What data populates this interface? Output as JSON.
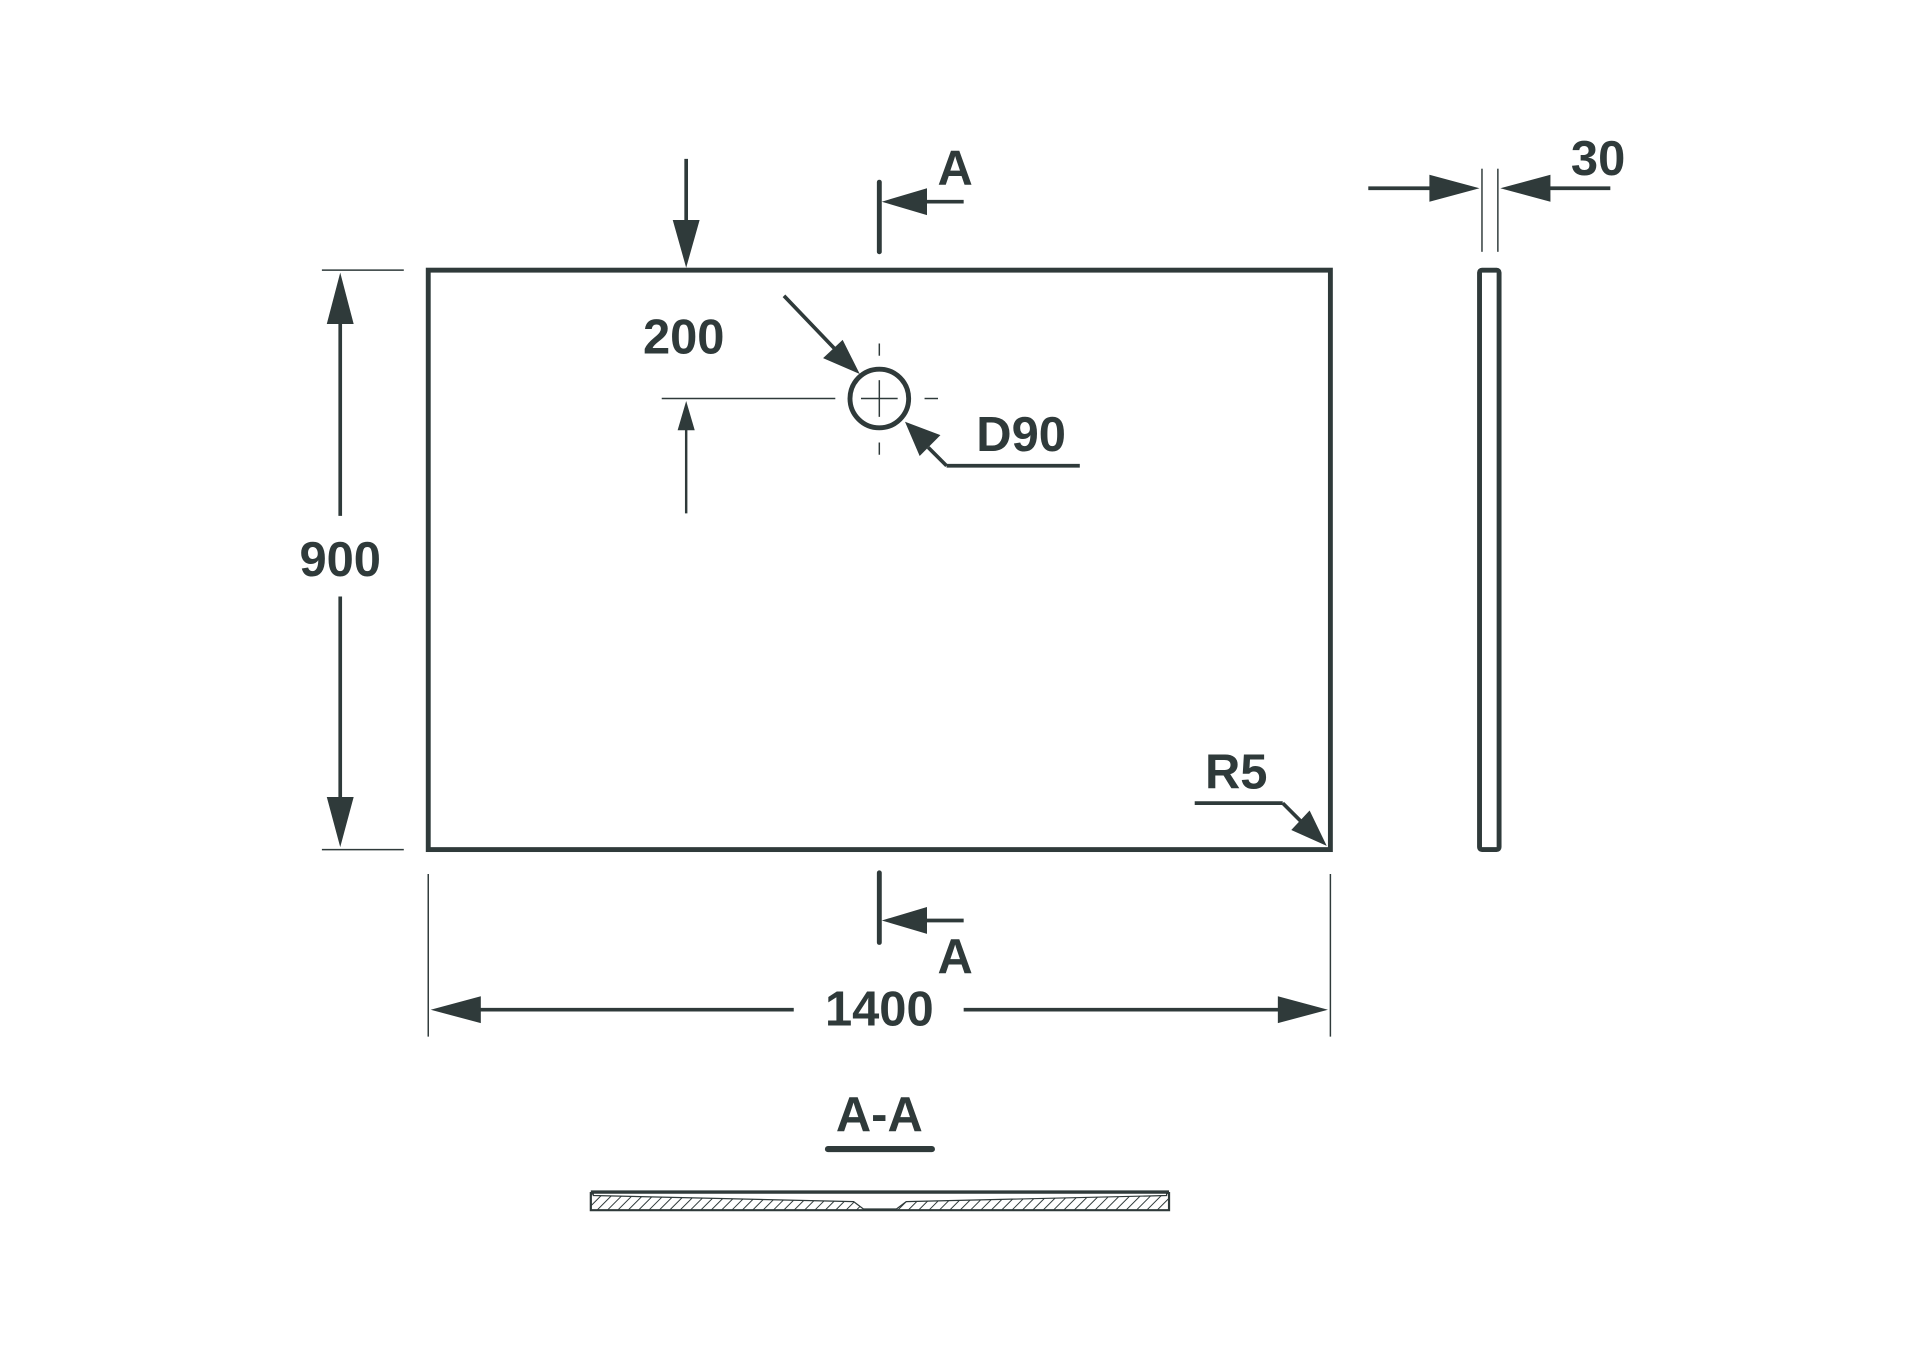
{
  "drawing": {
    "width_label": "1400",
    "height_label": "900",
    "drain_offset_label": "200",
    "thickness_label": "30",
    "drain_diameter_label": "D90",
    "corner_radius_label": "R5",
    "section_marker_top": "A",
    "section_marker_bottom": "A",
    "section_title": "A-A",
    "color": "#2f3a3a"
  }
}
